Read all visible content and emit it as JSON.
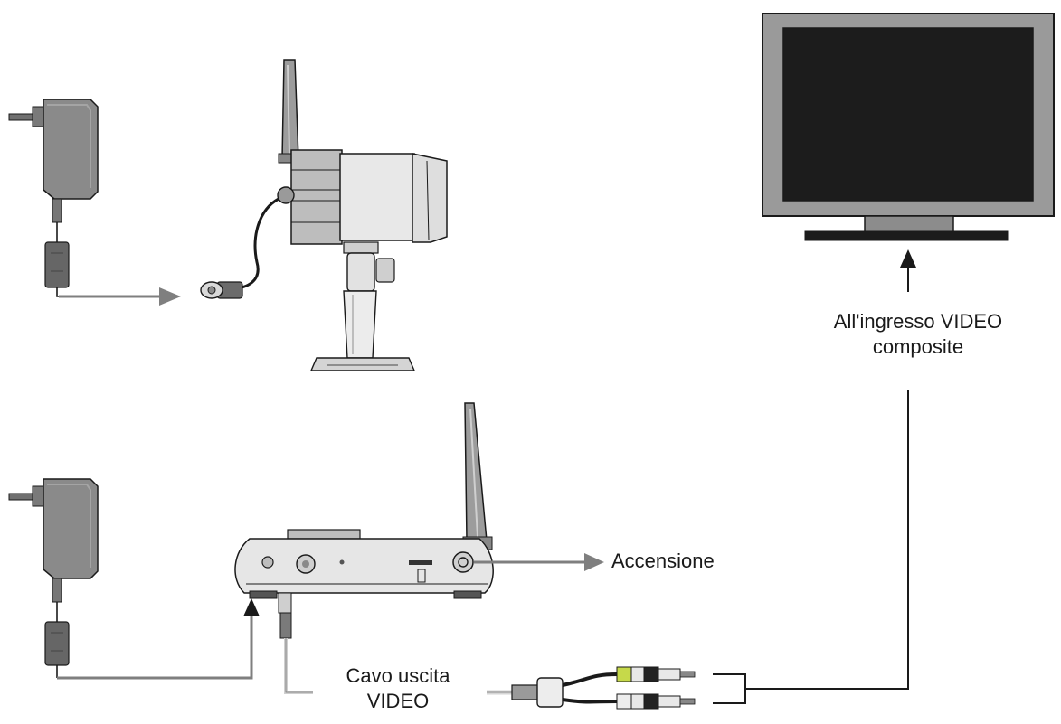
{
  "labels": {
    "video_input_line1": "All'ingresso VIDEO",
    "video_input_line2": "composite",
    "power": "Accensione",
    "cable_line1": "Cavo uscita",
    "cable_line2": "VIDEO"
  },
  "colors": {
    "outline": "#1a1a1a",
    "device_light": "#e6e6e6",
    "device_mid": "#b8b8b8",
    "adapter": "#8a8a8a",
    "tv_bezel": "#9a9a9a",
    "tv_screen": "#1c1c1c",
    "arrow": "#7f7f7f",
    "rca_yellow": "#c6d94a",
    "cable_grey": "#d6d6d6"
  }
}
